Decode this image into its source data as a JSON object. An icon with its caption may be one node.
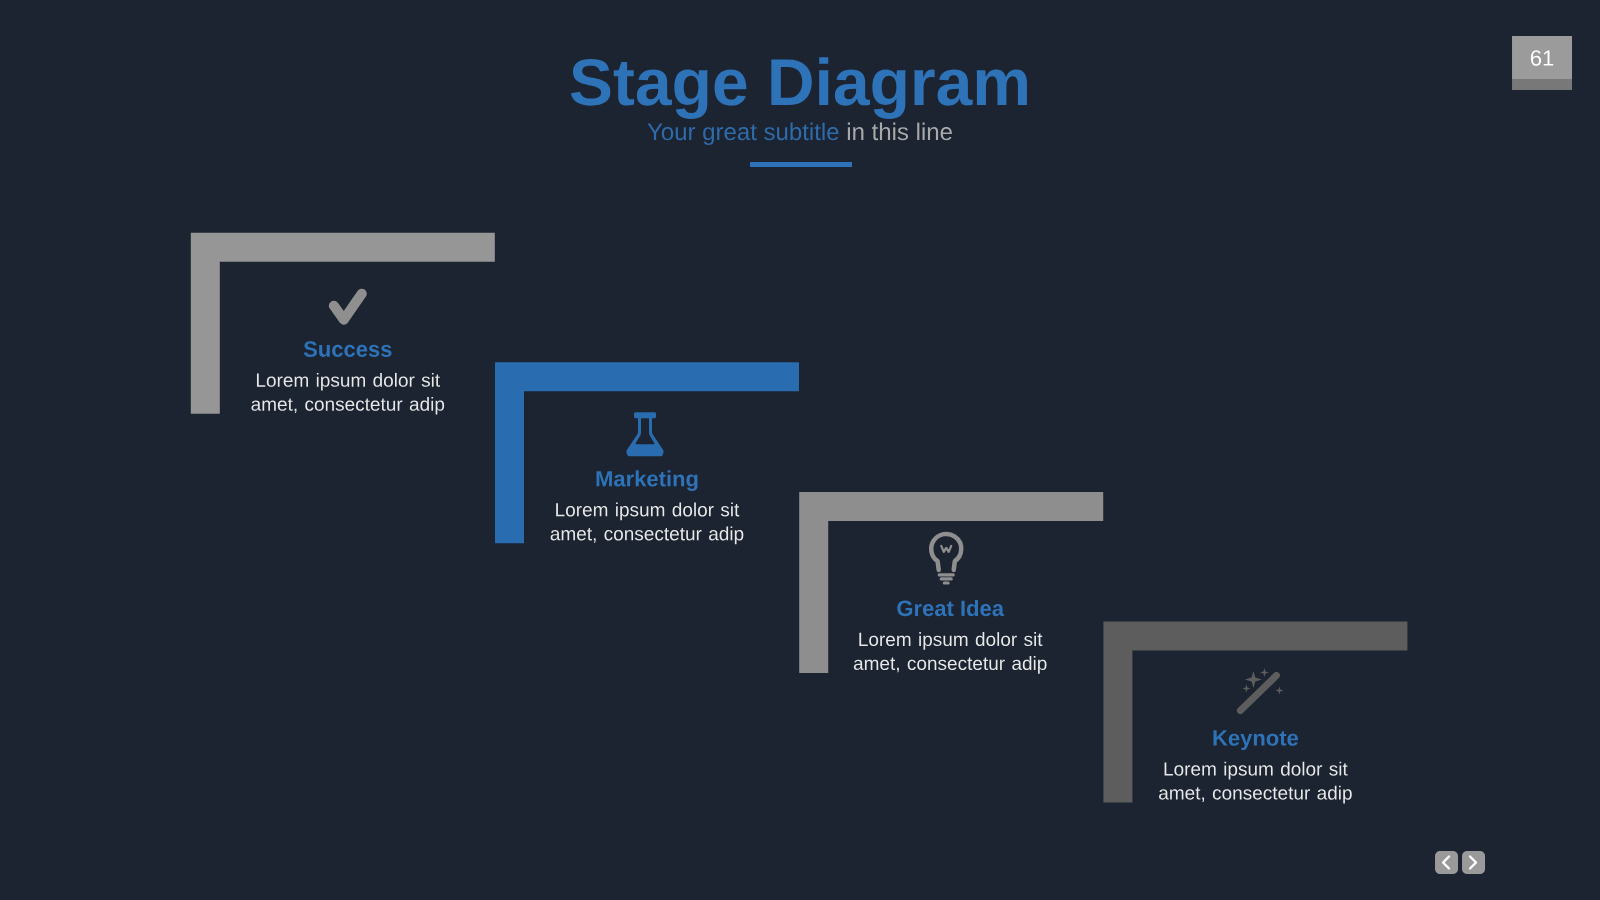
{
  "diagram": {
    "title": "Stage Diagram",
    "nodes": [
      {
        "text": [
          "Success",
          "Lorem ipsum dolor sit amet, consectetur adip"
        ]
      },
      {
        "text": [
          "Marketing",
          "Lorem ipsum dolor sit amet, consectetur adip"
        ]
      },
      {
        "text": [
          "Great Idea",
          "Lorem ipsum dolor sit amet, consectetur adip"
        ]
      },
      {
        "text": [
          "Keynote",
          "Lorem ipsum dolor sit amet, consectetur adip"
        ]
      }
    ],
    "labels": [
      "Your great subtitle",
      "in this line",
      "61"
    ]
  }
}
